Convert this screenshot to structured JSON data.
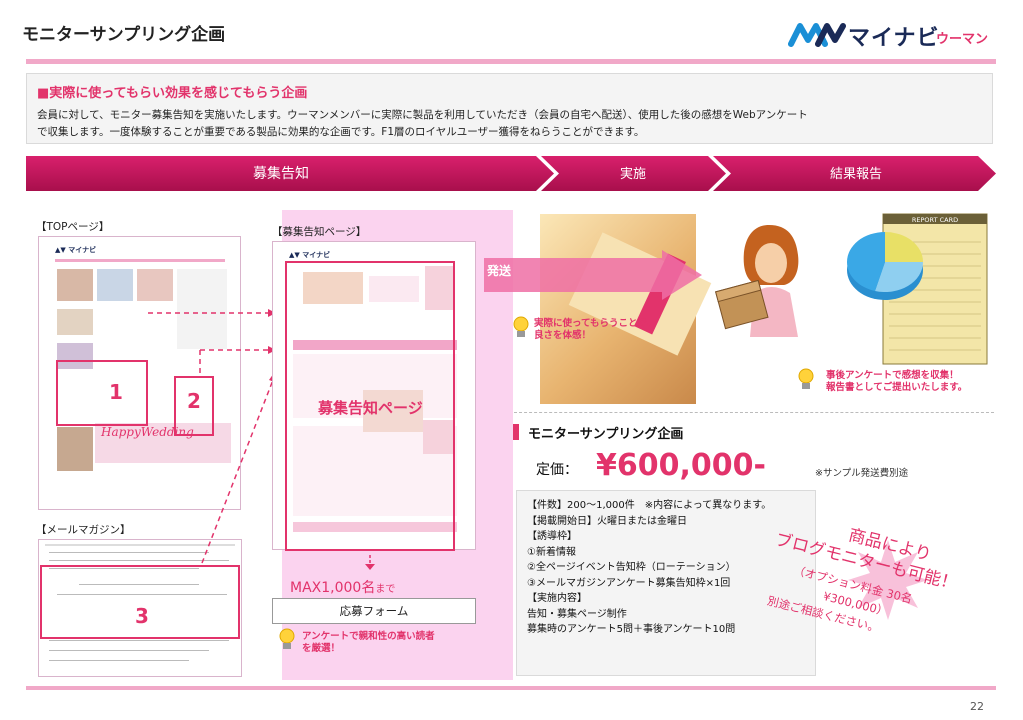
{
  "header": {
    "title": "モニターサンプリング企画",
    "logo_text": "マイナビ",
    "logo_sub": "ウーマン"
  },
  "intro": {
    "title": "■実際に使ってもらい効果を感じてもらう企画",
    "line1": "会員に対して、モニター募集告知を実施いたします。ウーマンメンバーに実際に製品を利用していただき（会員の自宅へ配送）、使用した後の感想をWebアンケート",
    "line2": "で収集します。一度体験することが重要である製品に効果的な企画です。F1層のロイヤルユーザー獲得をねらうことができます。"
  },
  "flow": {
    "step1": "募集告知",
    "step2": "実施",
    "step3": "結果報告"
  },
  "left": {
    "top_page_label": "【TOPページ】",
    "notice_page_label": "【募集告知ページ】",
    "mail_label": "【メールマガジン】",
    "notice_page_overlay": "募集告知ページ",
    "num1": "1",
    "num2": "2",
    "num3": "3",
    "happy_wedding": "HappyWedding",
    "max_text": "MAX1,000名",
    "max_suffix": "まで",
    "form_label": "応募フォーム",
    "note1": "アンケートで親和性の高い読者",
    "note2": "を厳選！"
  },
  "right": {
    "ship_label": "発送",
    "tip1_line1": "実際に使ってもらうことで、",
    "tip1_line2": "良さを体感！",
    "tip2_line1": "事後アンケートで感想を収集！",
    "tip2_line2": "報告書としてご提出いたします。",
    "report_card": "REPORT CARD",
    "section_title": "モニターサンプリング企画",
    "price_label": "定価：",
    "price": "¥600,000-",
    "price_note": "※サンプル発送費別途",
    "details": [
      "【件数】200～1,000件　※内容によって異なります。",
      "【掲載開始日】火曜日または金曜日",
      "【誘導枠】",
      "①新着情報",
      "②全ページイベント告知枠（ローテーション）",
      "③メールマガジンアンケート募集告知枠×1回",
      "【実施内容】",
      "告知・募集ページ制作",
      "募集時のアンケート5問＋事後アンケート10問"
    ],
    "promo": {
      "line1": "商品により",
      "line2": "ブログモニターも可能！",
      "line3": "（オプション料金 30名",
      "line4": "¥300,000）",
      "line5": "別途ご相談ください。"
    }
  },
  "footer": {
    "page_number": "22"
  },
  "colors": {
    "accent": "#e2336b",
    "banner": "#c8185e",
    "panel": "#fbd3ef",
    "logo_navy": "#1a2a57",
    "logo_blue": "#1a8fd6"
  }
}
